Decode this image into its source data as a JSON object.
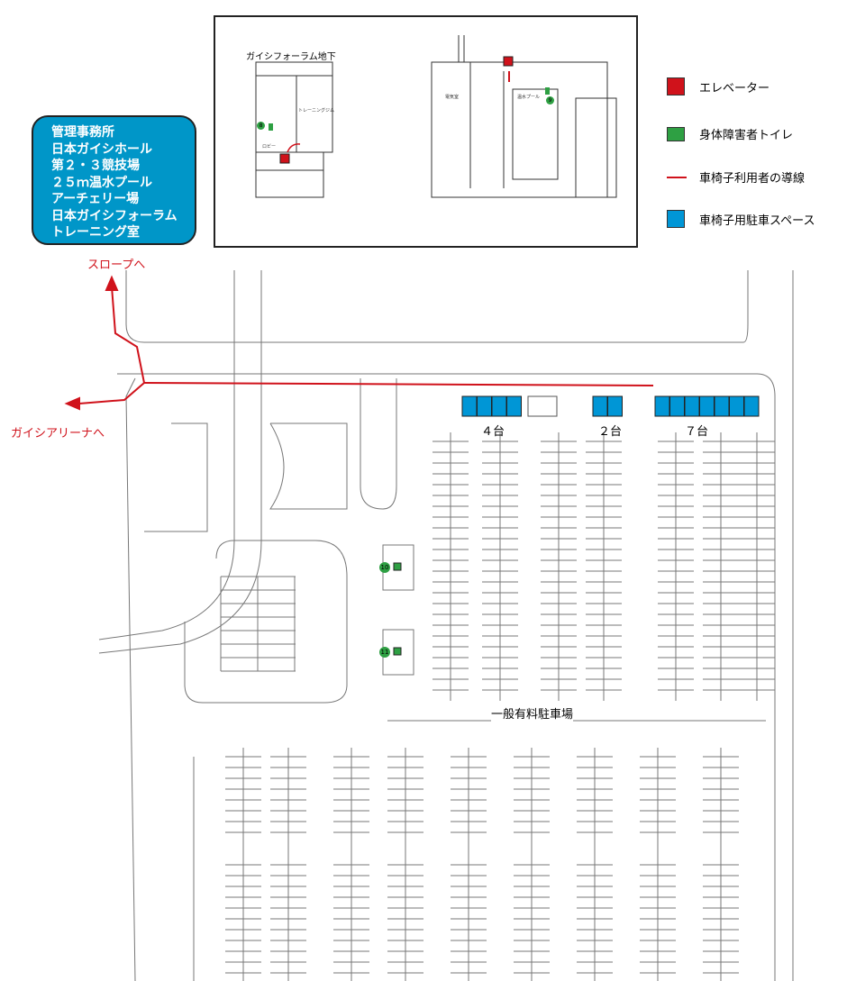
{
  "facility_box": {
    "lines": [
      "管理事務所",
      "日本ガイシホール",
      "第２・３競技場",
      "２５ｍ温水プール",
      "アーチェリー場",
      "日本ガイシフォーラム",
      "トレーニング室"
    ]
  },
  "inset": {
    "title": "ガイシフォーラム地下",
    "labels": {
      "gym": "トレーニングジム",
      "lobby": "ロビー",
      "electric": "電気室",
      "pool": "温水プール"
    },
    "toilet_numbers": [
      "8",
      "9"
    ]
  },
  "legend": [
    {
      "label": "エレベーター",
      "color": "#d0121b"
    },
    {
      "label": "身体障害者トイレ",
      "color": "#2ea043"
    },
    {
      "label": "車椅子利用者の導線",
      "color": "#d0121b"
    },
    {
      "label": "車椅子用駐車スペース",
      "color": "#0096d6"
    }
  ],
  "directions": {
    "slope": "スロープへ",
    "arena": "ガイシアリーナへ"
  },
  "parking": {
    "wheelchair_counts": [
      "４台",
      "２台",
      "７台"
    ],
    "general": "一般有料駐車場",
    "toilet_numbers": [
      "10",
      "11"
    ]
  },
  "colors": {
    "route": "#d0121b",
    "wheelchair_space": "#0096d6",
    "toilet": "#2ea043",
    "facility_box": "#0096c8"
  }
}
